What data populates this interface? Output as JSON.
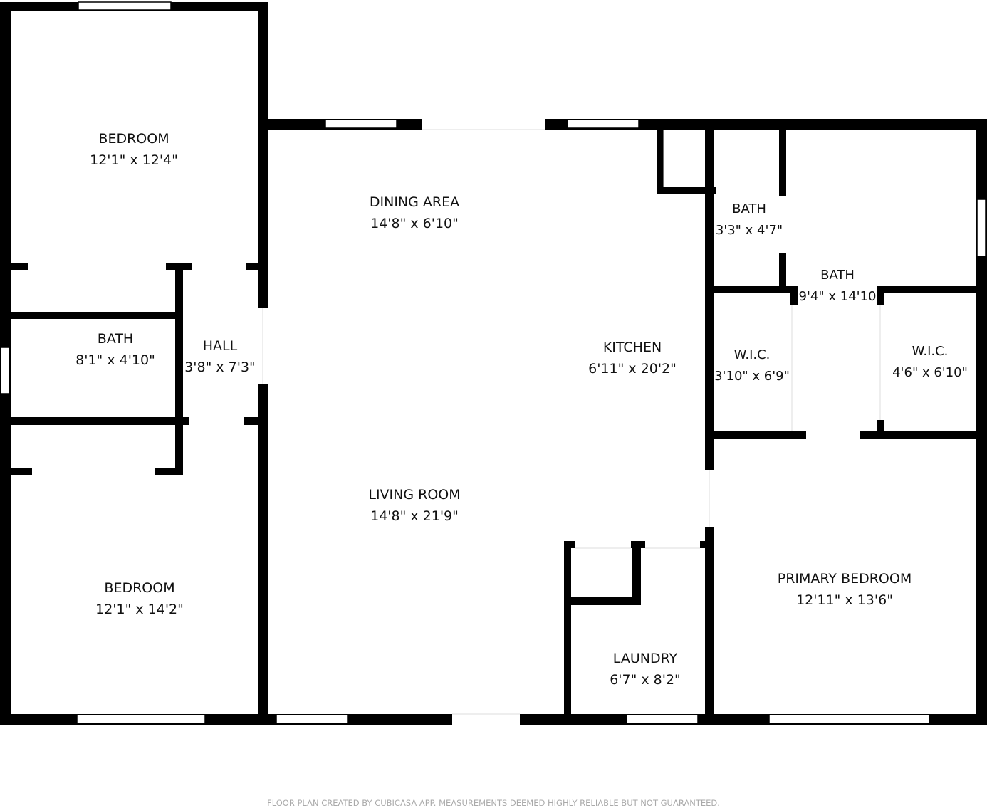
{
  "rooms": [
    {
      "name": "BEDROOM",
      "size": "12'1\" x 12'4\""
    },
    {
      "name": "DINING AREA",
      "size": "14'8\" x 6'10\""
    },
    {
      "name": "BATH",
      "size": "3'3\" x 4'7\""
    },
    {
      "name": "BATH",
      "size": "9'4\" x 14'10"
    },
    {
      "name": "BATH",
      "size": "8'1\" x 4'10\""
    },
    {
      "name": "HALL",
      "size": "3'8\" x 7'3\""
    },
    {
      "name": "KITCHEN",
      "size": "6'11\" x 20'2\""
    },
    {
      "name": "W.I.C.",
      "size": "3'10\" x 6'9\""
    },
    {
      "name": "W.I.C.",
      "size": "4'6\" x 6'10\""
    },
    {
      "name": "LIVING ROOM",
      "size": "14'8\" x 21'9\""
    },
    {
      "name": "PRIMARY BEDROOM",
      "size": "12'11\" x 13'6\""
    },
    {
      "name": "BEDROOM",
      "size": "12'1\" x 14'2\""
    },
    {
      "name": "LAUNDRY",
      "size": "6'7\" x 8'2\""
    }
  ],
  "footer": "FLOOR PLAN CREATED BY CUBICASA APP. MEASUREMENTS DEEMED HIGHLY RELIABLE BUT NOT GUARANTEED."
}
